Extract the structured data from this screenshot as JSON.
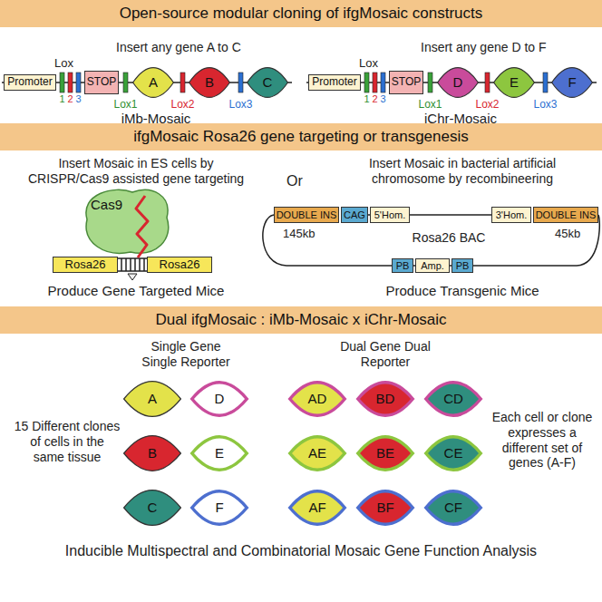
{
  "diagram": {
    "nodes": [
      {
        "text": [
          "Open-source modular cloning of ifgMosaic constructs"
        ]
      },
      {
        "text": [
          "Promoter"
        ]
      },
      {
        "text": [
          "STOP"
        ]
      },
      {
        "text": [
          "A"
        ]
      },
      {
        "text": [
          "B"
        ]
      },
      {
        "text": [
          "C"
        ]
      },
      {
        "text": [
          "Promoter"
        ]
      },
      {
        "text": [
          "STOP"
        ]
      },
      {
        "text": [
          "D"
        ]
      },
      {
        "text": [
          "E"
        ]
      },
      {
        "text": [
          "F"
        ]
      },
      {
        "text": [
          "ifgMosaic Rosa26 gene targeting or transgenesis"
        ]
      },
      {
        "text": [
          "Cas9"
        ]
      },
      {
        "text": [
          "Rosa26"
        ]
      },
      {
        "text": [
          "Rosa26"
        ]
      },
      {
        "text": [
          "DOUBLE INS"
        ]
      },
      {
        "text": [
          "CAG"
        ]
      },
      {
        "text": [
          "5'Hom."
        ]
      },
      {
        "text": [
          "3'Hom."
        ]
      },
      {
        "text": [
          "DOUBLE INS"
        ]
      },
      {
        "text": [
          "PB"
        ]
      },
      {
        "text": [
          "Amp."
        ]
      },
      {
        "text": [
          "PB"
        ]
      },
      {
        "text": [
          "Dual ifgMosaic : iMb-Mosaic x iChr-Mosaic"
        ]
      },
      {
        "text": [
          "A"
        ]
      },
      {
        "text": [
          "D"
        ]
      },
      {
        "text": [
          "AD"
        ]
      },
      {
        "text": [
          "BD"
        ]
      },
      {
        "text": [
          "CD"
        ]
      },
      {
        "text": [
          "B"
        ]
      },
      {
        "text": [
          "E"
        ]
      },
      {
        "text": [
          "AE"
        ]
      },
      {
        "text": [
          "BE"
        ]
      },
      {
        "text": [
          "CE"
        ]
      },
      {
        "text": [
          "C"
        ]
      },
      {
        "text": [
          "F"
        ]
      },
      {
        "text": [
          "AF"
        ]
      },
      {
        "text": [
          "BF"
        ]
      },
      {
        "text": [
          "CF"
        ]
      }
    ],
    "labels": [
      "Lox",
      "1",
      "2",
      "3",
      "Insert any gene A to C",
      "Lox1",
      "Lox2",
      "Lox3",
      "iMb-Mosaic",
      "Lox",
      "1",
      "2",
      "3",
      "Insert any gene D to F",
      "Lox1",
      "Lox2",
      "Lox3",
      "iChr-Mosaic",
      "Insert Mosaic in ES cells by CRISPR/Cas9 assisted gene targeting",
      "Or",
      "Insert Mosaic in bacterial artificial chromosome by recombineering",
      "Produce Gene Targeted Mice",
      "145kb",
      "Rosa26 BAC",
      "45kb",
      "Produce Transgenic Mice",
      "Single Gene Single Reporter",
      "Dual Gene Dual Reporter",
      "15 Different clones of cells in the same tissue",
      "Each cell or clone expresses a different set of genes (A-F)",
      "Inducible Multispectral and Combinatorial Mosaic Gene Function Analysis"
    ]
  }
}
